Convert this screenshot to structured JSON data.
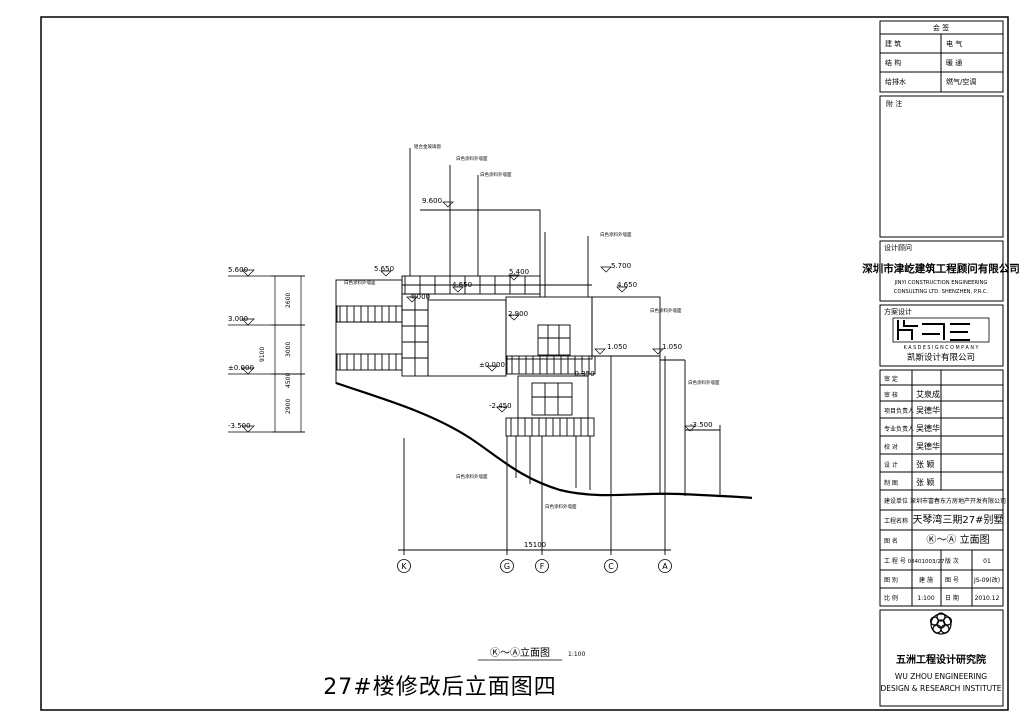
{
  "title": "27#楼修改后立面图四",
  "view_label": "Ⓚ～Ⓐ立面图",
  "view_scale": "1:100",
  "axes": [
    "K",
    "G",
    "F",
    "C",
    "A"
  ],
  "overall_width": "15100",
  "elevations": {
    "left": [
      "5.600",
      "3.000",
      "±0.000",
      "-3.500"
    ],
    "segments": [
      "2600",
      "3000",
      "4500",
      "2900"
    ],
    "total": "9100",
    "mid": [
      "9.600",
      "5.650",
      "5.400",
      "5.700",
      "4.650",
      "4.650",
      "4.000",
      "2.900",
      "±0.000",
      "-0.350",
      "-2.450",
      "-3.500",
      "1.050",
      "1.050"
    ]
  },
  "notes": {
    "glass": "铝合金玻璃窗",
    "paint": "白色涂料外墙面"
  },
  "titleblock": {
    "countersign": "会  签",
    "cs_rows": [
      [
        "建  筑",
        "电  气"
      ],
      [
        "结  构",
        "暖  通"
      ],
      [
        "给排水",
        "燃气/空调"
      ]
    ],
    "remarks": "附  注",
    "design_unit_label": "设计顾问",
    "consultant_cn": "深圳市津屹建筑工程顾问有限公司",
    "consultant_en1": "JINYI CONSTRUCTION ENGINEERING",
    "consultant_en2": "CONSULTING LTD.  SHENZHEN,  P.R.C.",
    "scheme_label": "方案设计",
    "kas_en": "K A S   D E S I G N   C O M P A N Y",
    "kas_cn": "凯斯设计有限公司",
    "sign_rows": [
      [
        "审    定",
        ""
      ],
      [
        "审    核",
        "艾泉成"
      ],
      [
        "项目负责人",
        "吴德华"
      ],
      [
        "专业负责人",
        "吴德华"
      ],
      [
        "校    对",
        "吴德华"
      ],
      [
        "设    计",
        "张  颖"
      ],
      [
        "制    图",
        "张  颖"
      ]
    ],
    "client_label": "建设单位",
    "client": "深圳市富春东方房地产开发有限公司",
    "project_label": "工程名称",
    "project": "天琴湾三期27#别墅",
    "drawing_label": "图    名",
    "drawing": "Ⓚ～Ⓐ  立面图",
    "job_no_label": "工 程 号",
    "job_no": "08401003/27",
    "stage_label": "版  次",
    "stage": "01",
    "category_label": "图    别",
    "category": "建  施",
    "dwg_no_label": "图    号",
    "dwg_no": "JS-09(改)",
    "scale_label": "比    例",
    "scale": "1:100",
    "date_label": "日    期",
    "date": "2010.12",
    "institute_cn": "五洲工程设计研究院",
    "institute_en1": "WU ZHOU ENGINEERING",
    "institute_en2": "DESIGN & RESEARCH INSTITUTE"
  }
}
